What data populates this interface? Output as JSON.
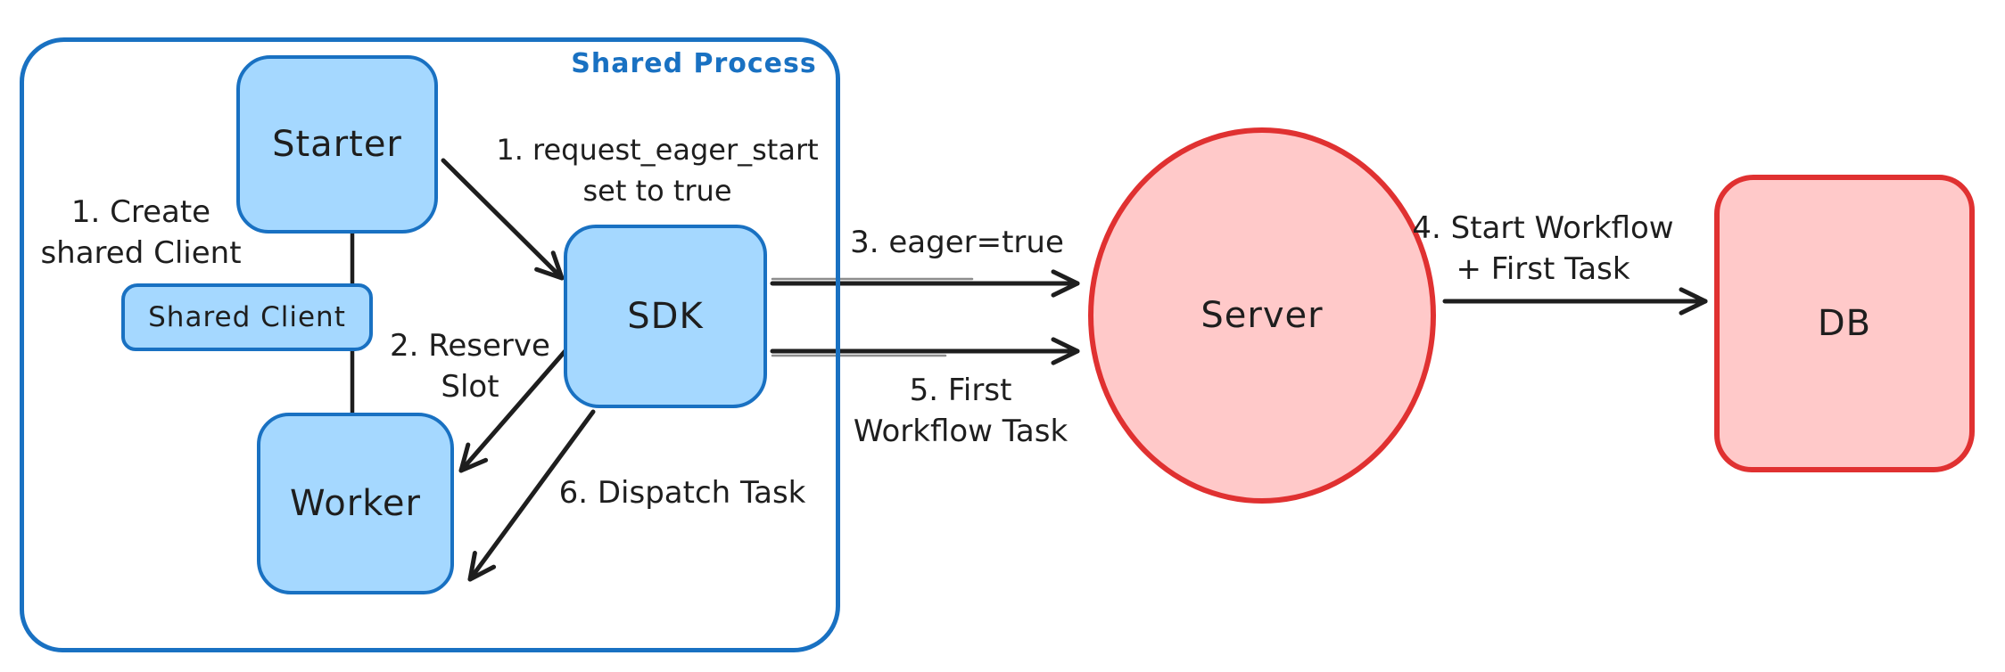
{
  "diagram": {
    "shared_process": {
      "label": "Shared Process"
    },
    "nodes": {
      "starter": {
        "label": "Starter"
      },
      "shared_client": {
        "label": "Shared Client"
      },
      "worker": {
        "label": "Worker"
      },
      "sdk": {
        "label": "SDK"
      },
      "server": {
        "label": "Server"
      },
      "db": {
        "label": "DB"
      }
    },
    "annotations": {
      "create_client": {
        "line1": "1. Create",
        "line2": "shared Client"
      },
      "request_eager_start": {
        "line1": "1. request_eager_start",
        "line2": "set to true"
      },
      "reserve_slot": {
        "line1": "2. Reserve",
        "line2": "Slot"
      },
      "eager_true": {
        "line1": "3. eager=true"
      },
      "start_workflow_first_task": {
        "line1": "4. Start Workflow",
        "line2": "+ First Task"
      },
      "first_workflow_task": {
        "line1": "5. First",
        "line2": "Workflow Task"
      },
      "dispatch_task": {
        "line1": "6. Dispatch Task"
      }
    },
    "colors": {
      "blue_stroke": "#1971c2",
      "blue_fill": "#a5d8ff",
      "red_stroke": "#e03131",
      "red_fill": "#ffc9c9",
      "ink": "#1e1e1e",
      "background": "#ffffff"
    }
  }
}
